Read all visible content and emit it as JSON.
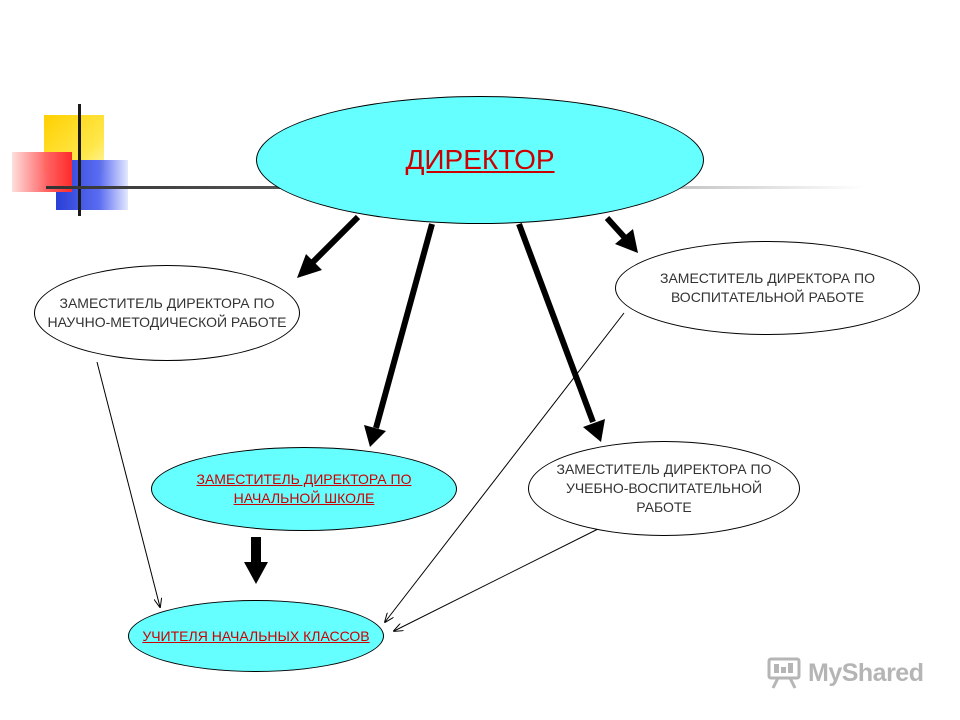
{
  "colors": {
    "node_fill": "#66ffff",
    "link_text": "#cc0000",
    "plain_text": "#333333"
  },
  "nodes": {
    "director": "ДИРЕКТОР",
    "deputy_science": "ЗАМЕСТИТЕЛЬ ДИРЕКТОРА ПО\nНАУЧНО-МЕТОДИЧЕСКОЙ РАБОТЕ",
    "deputy_upbringing": "ЗАМЕСТИТЕЛЬ ДИРЕКТОРА ПО\nВОСПИТАТЕЛЬНОЙ РАБОТЕ",
    "deputy_primary": "ЗАМЕСТИТЕЛЬ ДИРЕКТОРА ПО\nНАЧАЛЬНОЙ ШКОЛЕ",
    "deputy_educational": "ЗАМЕСТИТЕЛЬ ДИРЕКТОРА ПО\nУЧЕБНО-ВОСПИТАТЕЛЬНОЙ\nРАБОТЕ",
    "teachers": "УЧИТЕЛЯ НАЧАЛЬНЫХ КЛАССОВ"
  },
  "watermark": {
    "brand": "MyShared",
    "icon": "presentation-board-icon"
  }
}
